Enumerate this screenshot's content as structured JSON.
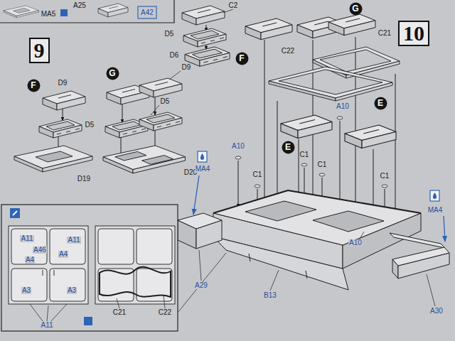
{
  "diagram": {
    "nodes": [
      {
        "text": [
          "G"
        ]
      },
      {
        "text": [
          "10"
        ]
      },
      {
        "text": [
          "9"
        ]
      },
      {
        "text": [
          "F"
        ]
      },
      {
        "text": [
          "G"
        ]
      },
      {
        "text": [
          "F"
        ]
      },
      {
        "text": [
          "E"
        ]
      },
      {
        "text": [
          "E"
        ]
      }
    ],
    "labels": [
      "A25",
      "MA5",
      "A42",
      "C2",
      "D5",
      "D6",
      "C22",
      "C21",
      "D9",
      "D5",
      "D19",
      "D9",
      "D5",
      "D20",
      "A10",
      "A10",
      "C1",
      "C1",
      "C1",
      "C1",
      "MA4",
      "MA4",
      "A10",
      "A29",
      "B13",
      "A30",
      "A11",
      "A11",
      "A46",
      "A4",
      "A4",
      "A3",
      "A3",
      "A11",
      "C21",
      "C22"
    ]
  }
}
